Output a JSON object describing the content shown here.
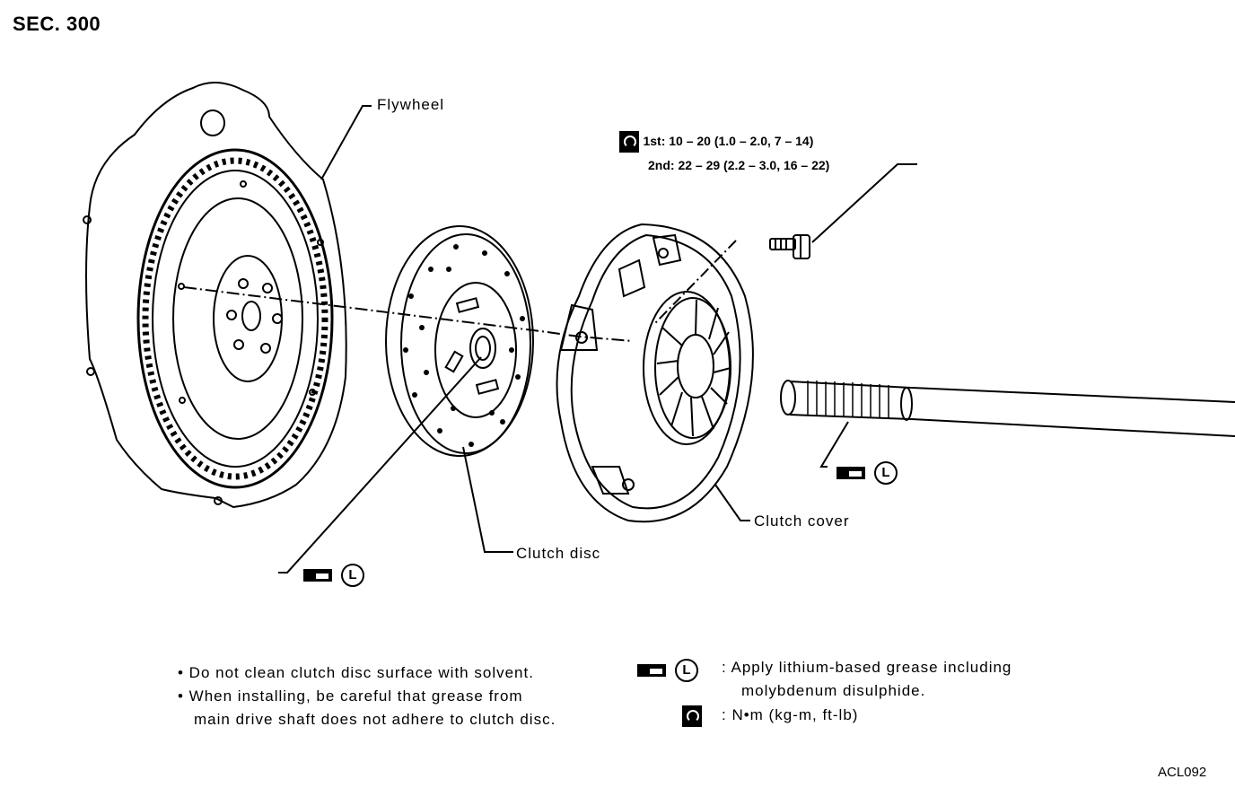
{
  "header": {
    "section": "SEC. 300"
  },
  "parts": {
    "flywheel": "Flywheel",
    "clutch_disc": "Clutch disc",
    "clutch_cover": "Clutch cover"
  },
  "torque": {
    "first": "1st: 10 – 20 (1.0 – 2.0, 7 – 14)",
    "second": "2nd: 22 – 29 (2.2 – 3.0, 16 – 22)"
  },
  "grease_symbol": {
    "letter": "L"
  },
  "notes": [
    "• Do not clean clutch disc surface with solvent.",
    "• When installing, be careful that grease from",
    "main drive shaft does not adhere to clutch disc."
  ],
  "legend": {
    "grease_line1": ":  Apply lithium-based grease including",
    "grease_line2": "molybdenum disulphide.",
    "torque_unit": ":  N•m (kg-m, ft-lb)"
  },
  "figure_code": "ACL092"
}
